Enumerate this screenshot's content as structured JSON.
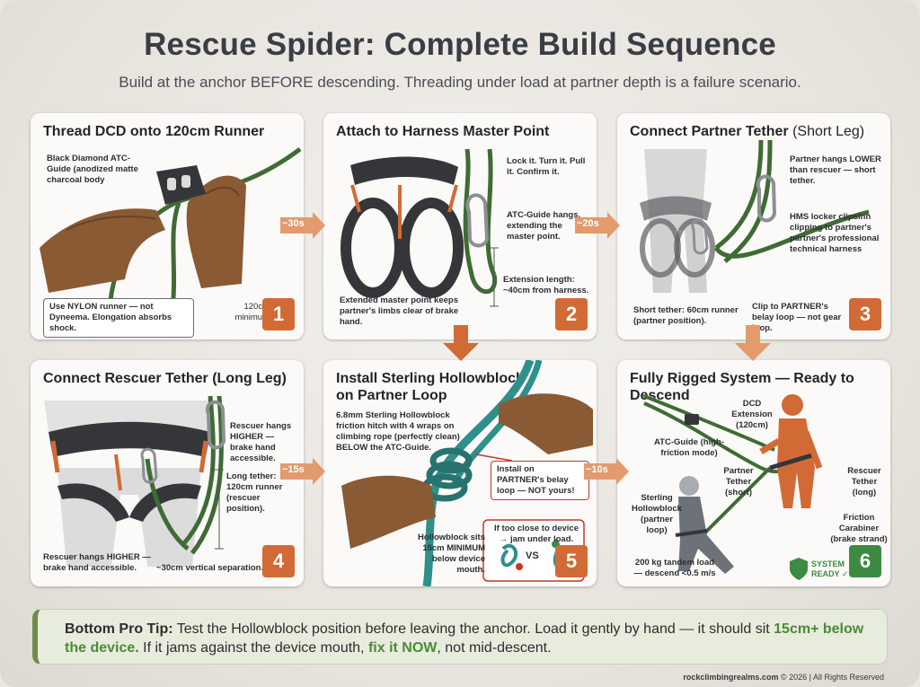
{
  "title": "Rescue Spider: Complete Build Sequence",
  "subtitle": "Build at the anchor BEFORE descending. Threading under load at partner depth is a failure scenario.",
  "steps": [
    {
      "number": "1",
      "title": "Thread DCD onto 120cm Runner",
      "notes": {
        "device": "Black Diamond ATC-Guide (anodized matte charcoal body",
        "runner": "Use NYLON runner — not Dyneema. Elongation absorbs shock.",
        "length": "120cm minimum"
      }
    },
    {
      "number": "2",
      "title": "Attach to Harness Master Point",
      "notes": {
        "lock": "Lock it. Turn it. Pull it. Confirm it.",
        "hangs": "ATC-Guide hangs, extending the master point.",
        "extension": "Extension length: ~40cm from harness.",
        "master": "Extended master point keeps partner's limbs clear of brake hand."
      }
    },
    {
      "number": "3",
      "title": "Connect Partner Tether",
      "title_suffix": "(Short Leg)",
      "notes": {
        "lower": "Partner hangs LOWER than rescuer — short tether.",
        "hms": "HMS locker clipsinn clipping to partner's partner's professional technical harness",
        "short": "Short tether: 60cm runner (partner position).",
        "clip": "Clip to PARTNER's belay loop — not gear loop."
      }
    },
    {
      "number": "4",
      "title": "Connect Rescuer Tether (Long Leg)",
      "notes": {
        "higher": "Rescuer hangs HIGHER — brake hand accessible.",
        "long": "Long tether: 120cm runner (rescuer position).",
        "higher2": "Rescuer hangs HIGHER — brake hand accessible.",
        "separation": "~30cm vertical separation."
      }
    },
    {
      "number": "5",
      "title": "Install Sterling Hollowblock on Partner Loop",
      "notes": {
        "hitch": "6.8mm Sterling Hollowblock friction hitch with 4 wraps on climbing rope (perfectly clean) BELOW the ATC-Guide.",
        "install": "Install on PARTNER's belay loop — NOT yours!",
        "sits": "Hollowblock sits 15cm MINIMUM below device mouth.",
        "jam": "If too close to device → jam under load.",
        "vs": "VS"
      }
    },
    {
      "number": "6",
      "title": "Fully Rigged System — Ready to Descend",
      "notes": {
        "dcd": "DCD Extension (120cm)",
        "atc": "ATC-Guide (high-friction mode)",
        "partner": "Partner Tether (short)",
        "rescuer": "Rescuer Tether (long)",
        "hollow": "Sterling Hollowblock (partner loop)",
        "friction": "Friction Carabiner (brake strand)",
        "load": "200 kg tandem load — descend <0.5 m/s",
        "ready1": "SYSTEM",
        "ready2": "READY ✓"
      }
    }
  ],
  "transitions": [
    "~30s",
    "~20s",
    "~15s",
    "~10s"
  ],
  "tip": {
    "lead": "Bottom Pro Tip:",
    "text1": "Test the Hollowblock position before leaving the anchor. Load it gently by hand — it should sit",
    "hl1": "15cm+ below the device.",
    "text2": "If it jams against the device mouth,",
    "hl2": "fix it NOW",
    "text3": ", not mid-descent."
  },
  "footer": {
    "site": "rockclimbingrealms.com",
    "rest": "© 2026 | All Rights Reserved"
  },
  "colors": {
    "accent": "#d26a35",
    "rope_green": "#3f6b34",
    "rope_teal": "#2f8f8a",
    "harness": "#34363a",
    "glove": "#8a5a34",
    "ready_green": "#3d8a43"
  }
}
